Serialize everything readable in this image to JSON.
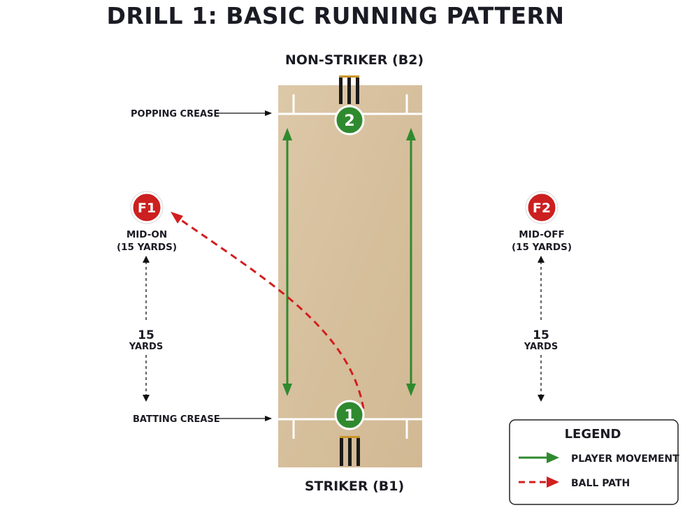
{
  "title": "DRILL 1: BASIC RUNNING PATTERN",
  "non_striker_label": "NON-STRIKER (B2)",
  "striker_label": "STRIKER (B1)",
  "popping_crease_label": "POPPING CREASE",
  "batting_crease_label": "BATTING CREASE",
  "batsman_1": "1",
  "batsman_2": "2",
  "fielder_1": {
    "badge": "F1",
    "position": "MID-ON",
    "distance": "(15 YARDS)"
  },
  "fielder_2": {
    "badge": "F2",
    "position": "MID-OFF",
    "distance": "(15 YARDS)"
  },
  "distance_marker": {
    "number": "15",
    "unit": "YARDS"
  },
  "legend": {
    "title": "LEGEND",
    "player_movement": "PLAYER MOVEMENT",
    "ball_path": "BALL PATH"
  },
  "colors": {
    "pitch": "#d8c3a2",
    "player_green": "#2f8a2f",
    "ball_red": "#d11f1f",
    "fielder_red": "#cc1f1f",
    "stump": "#1a1a1a"
  }
}
